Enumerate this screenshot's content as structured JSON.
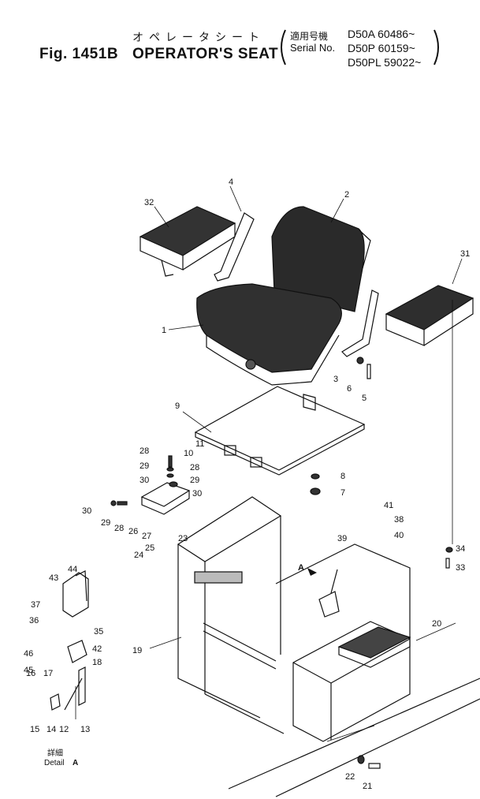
{
  "header": {
    "fig_no": "Fig. 1451B",
    "title_jp": "オペレータシート",
    "title_en": "OPERATOR'S SEAT",
    "serial_jp": "適用号機",
    "serial_en": "Serial No.",
    "serials": [
      "D50A  60486~",
      "D50P  60159~",
      "D50PL 59022~"
    ]
  },
  "parts": [
    {
      "id": "p1",
      "text": "1"
    },
    {
      "id": "p2",
      "text": "2"
    },
    {
      "id": "p3",
      "text": "3"
    },
    {
      "id": "p4",
      "text": "4"
    },
    {
      "id": "p5",
      "text": "5"
    },
    {
      "id": "p6",
      "text": "6"
    },
    {
      "id": "p7",
      "text": "7"
    },
    {
      "id": "p8",
      "text": "8"
    },
    {
      "id": "p9",
      "text": "9"
    },
    {
      "id": "p10",
      "text": "10"
    },
    {
      "id": "p11",
      "text": "11"
    },
    {
      "id": "p12",
      "text": "12"
    },
    {
      "id": "p13",
      "text": "13"
    },
    {
      "id": "p14",
      "text": "14"
    },
    {
      "id": "p15",
      "text": "15"
    },
    {
      "id": "p16",
      "text": "16"
    },
    {
      "id": "p17",
      "text": "17"
    },
    {
      "id": "p18",
      "text": "18"
    },
    {
      "id": "p19",
      "text": "19"
    },
    {
      "id": "p20",
      "text": "20"
    },
    {
      "id": "p21",
      "text": "21"
    },
    {
      "id": "p22",
      "text": "22"
    },
    {
      "id": "p23",
      "text": "23"
    },
    {
      "id": "p24",
      "text": "24"
    },
    {
      "id": "p25",
      "text": "25"
    },
    {
      "id": "p26",
      "text": "26"
    },
    {
      "id": "p27",
      "text": "27"
    },
    {
      "id": "p28a",
      "text": "28"
    },
    {
      "id": "p28b",
      "text": "28"
    },
    {
      "id": "p28c",
      "text": "28"
    },
    {
      "id": "p29a",
      "text": "29"
    },
    {
      "id": "p29b",
      "text": "29"
    },
    {
      "id": "p29c",
      "text": "29"
    },
    {
      "id": "p30a",
      "text": "30"
    },
    {
      "id": "p30b",
      "text": "30"
    },
    {
      "id": "p30c",
      "text": "30"
    },
    {
      "id": "p31",
      "text": "31"
    },
    {
      "id": "p32",
      "text": "32"
    },
    {
      "id": "p33",
      "text": "33"
    },
    {
      "id": "p34",
      "text": "34"
    },
    {
      "id": "p35",
      "text": "35"
    },
    {
      "id": "p36",
      "text": "36"
    },
    {
      "id": "p37",
      "text": "37"
    },
    {
      "id": "p38",
      "text": "38"
    },
    {
      "id": "p39",
      "text": "39"
    },
    {
      "id": "p40",
      "text": "40"
    },
    {
      "id": "p41",
      "text": "41"
    },
    {
      "id": "p42",
      "text": "42"
    },
    {
      "id": "p43",
      "text": "43"
    },
    {
      "id": "p44",
      "text": "44"
    },
    {
      "id": "p45",
      "text": "45"
    },
    {
      "id": "p46",
      "text": "46"
    },
    {
      "id": "pA",
      "text": "A"
    }
  ],
  "detail": {
    "jp": "詳細",
    "en": "Detail",
    "letter": "A"
  }
}
